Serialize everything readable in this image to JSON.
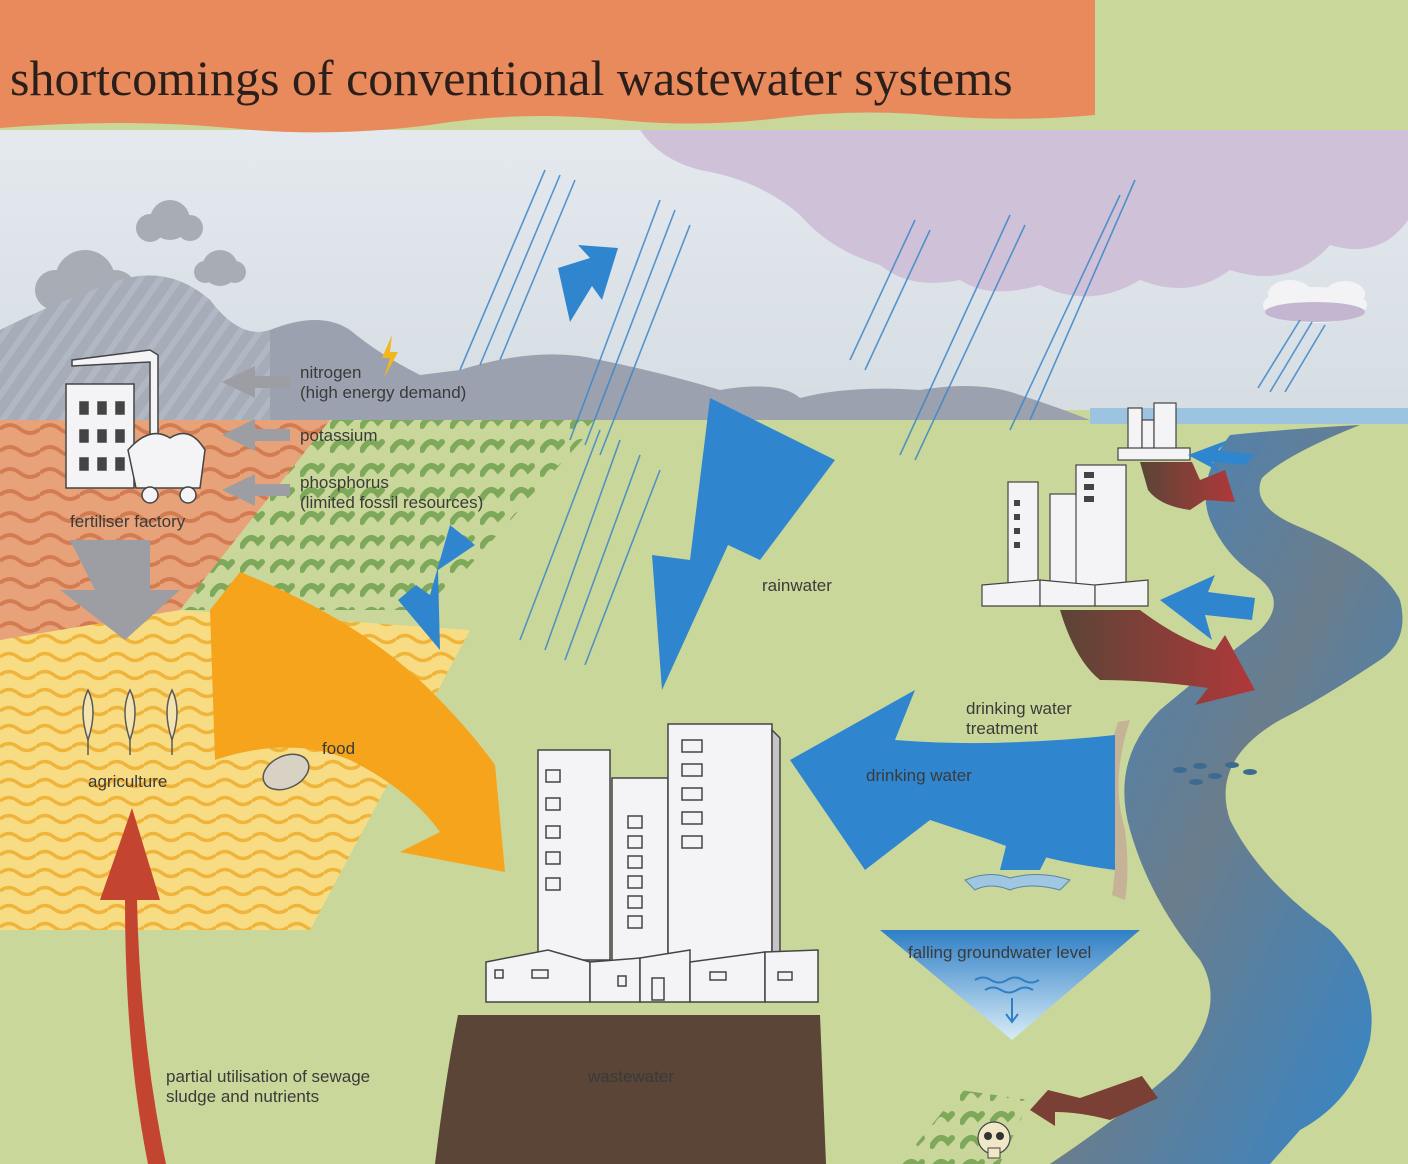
{
  "title": "shortcomings of conventional wastewater systems",
  "labels": {
    "nitrogen_1": "nitrogen",
    "nitrogen_2": "(high energy demand)",
    "potassium": "potassium",
    "phosphorus_1": "phosphorus",
    "phosphorus_2": "(limited fossil resources)",
    "fertiliser_factory": "fertiliser factory",
    "agriculture": "agriculture",
    "food": "food",
    "rainwater": "rainwater",
    "drinking_water_treatment_1": "drinking water",
    "drinking_water_treatment_2": "treatment",
    "drinking_water": "drinking water",
    "falling_groundwater_level": "falling groundwater level",
    "wastewater": "wastewater",
    "sludge_1": "partial utilisation of sewage",
    "sludge_2": "sludge and nutrients"
  },
  "colors": {
    "title_band": "#e98a5c",
    "background": "#c9d89a",
    "sky": "#dfe7ec",
    "cloud": "#cdbfd6",
    "water_blue": "#2f86cf",
    "food_orange": "#f6a41b",
    "wastewater_brown": "#5a4536",
    "sludge_red": "#c3452f",
    "field_orange": "#e8a27a",
    "field_yellow": "#f5d87a",
    "field_green": "#7ea85a",
    "mountain_grey": "#9aa0ad",
    "arrow_grey": "#9c9ea3"
  },
  "icons": [
    "factory-icon",
    "wheat-icon",
    "bread-icon",
    "skull-icon",
    "lightning-icon",
    "cloud-icon",
    "building-icon"
  ]
}
